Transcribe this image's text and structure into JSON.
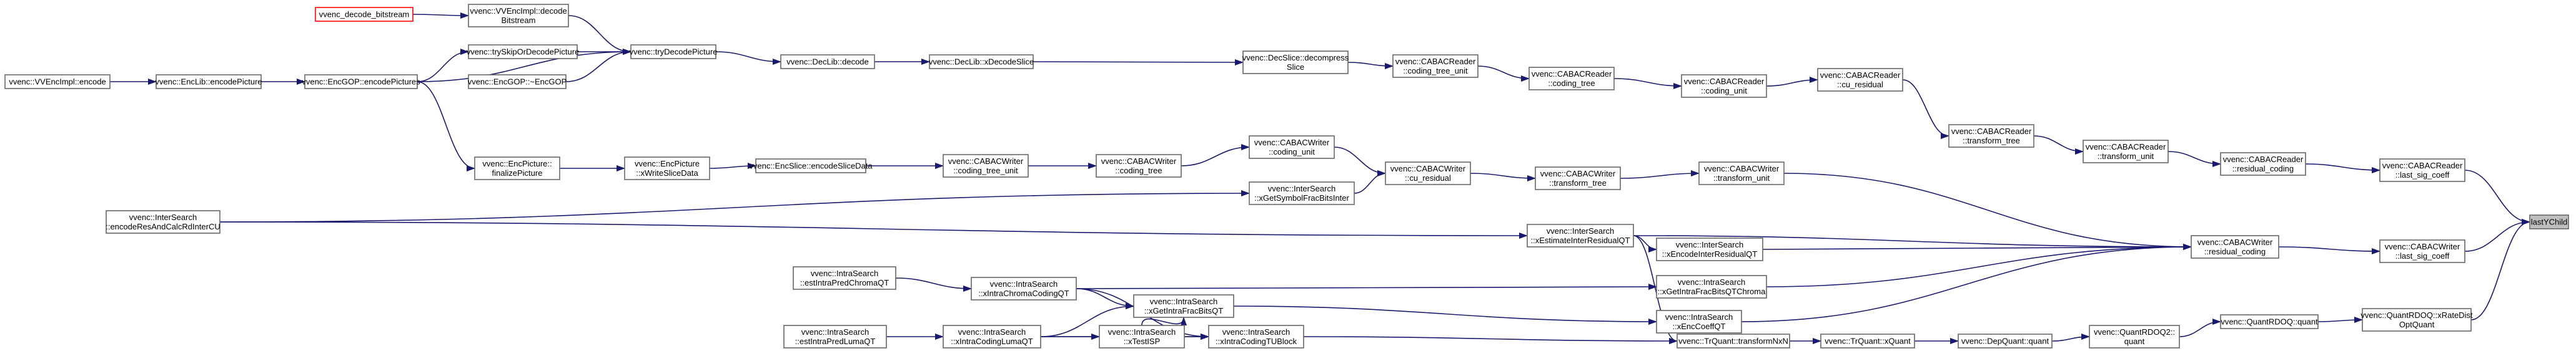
{
  "nodes": [
    {
      "id": "n_lastYChild",
      "lines": [
        "lastYChild"
      ],
      "style": "current"
    },
    {
      "id": "n_reader_last_sig",
      "lines": [
        "vvenc::CABACReader",
        "::last_sig_coeff"
      ]
    },
    {
      "id": "n_writer_last_sig",
      "lines": [
        "vvenc::CABACWriter",
        "::last_sig_coeff"
      ]
    },
    {
      "id": "n_rdoq_xRateDist",
      "lines": [
        "vvenc::QuantRDOQ::xRateDist",
        "OptQuant"
      ]
    },
    {
      "id": "n_reader_residual",
      "lines": [
        "vvenc::CABACReader",
        "::residual_coding"
      ]
    },
    {
      "id": "n_writer_residual",
      "lines": [
        "vvenc::CABACWriter",
        "::residual_coding"
      ]
    },
    {
      "id": "n_rdoq_quant",
      "lines": [
        "vvenc::QuantRDOQ::quant"
      ]
    },
    {
      "id": "n_reader_transform_unit",
      "lines": [
        "vvenc::CABACReader",
        "::transform_unit"
      ]
    },
    {
      "id": "n_rdoq2_quant",
      "lines": [
        "vvenc::QuantRDOQ2::",
        "quant"
      ]
    },
    {
      "id": "n_reader_transform_tree",
      "lines": [
        "vvenc::CABACReader",
        "::transform_tree"
      ]
    },
    {
      "id": "n_depquant_quant",
      "lines": [
        "vvenc::DepQuant::quant"
      ]
    },
    {
      "id": "n_reader_cu_residual",
      "lines": [
        "vvenc::CABACReader",
        "::cu_residual"
      ]
    },
    {
      "id": "n_trquant_xQuant",
      "lines": [
        "vvenc::TrQuant::xQuant"
      ]
    },
    {
      "id": "n_reader_coding_unit",
      "lines": [
        "vvenc::CABACReader",
        "::coding_unit"
      ]
    },
    {
      "id": "n_trquant_transformNxN",
      "lines": [
        "vvenc::TrQuant::transformNxN"
      ]
    },
    {
      "id": "n_reader_coding_tree",
      "lines": [
        "vvenc::CABACReader",
        "::coding_tree"
      ]
    },
    {
      "id": "n_reader_coding_tree_unit",
      "lines": [
        "vvenc::CABACReader",
        "::coding_tree_unit"
      ]
    },
    {
      "id": "n_decslice_decompress",
      "lines": [
        "vvenc::DecSlice::decompress",
        "Slice"
      ]
    },
    {
      "id": "n_declib_xDecodeSlice",
      "lines": [
        "vvenc::DecLib::xDecodeSlice"
      ]
    },
    {
      "id": "n_declib_decode",
      "lines": [
        "vvenc::DecLib::decode"
      ]
    },
    {
      "id": "n_tryDecodePicture",
      "lines": [
        "vvenc::tryDecodePicture"
      ]
    },
    {
      "id": "n_vvencimpl_decode_bs",
      "lines": [
        "vvenc::VVEncImpl::decode",
        "Bitstream"
      ]
    },
    {
      "id": "n_tryskip",
      "lines": [
        "vvenc::trySkipOrDecodePicture"
      ]
    },
    {
      "id": "n_decode_bitstream",
      "lines": [
        "vvenc_decode_bitstream"
      ],
      "style": "red"
    },
    {
      "id": "n_encgop_encodePictures",
      "lines": [
        "vvenc::EncGOP::encodePictures"
      ]
    },
    {
      "id": "n_encgop_dtor",
      "lines": [
        "vvenc::EncGOP::~EncGOP"
      ]
    },
    {
      "id": "n_enclib_encodePicture",
      "lines": [
        "vvenc::EncLib::encodePicture"
      ]
    },
    {
      "id": "n_vvencimpl_encode",
      "lines": [
        "vvenc::VVEncImpl::encode"
      ]
    },
    {
      "id": "n_writer_transform_unit",
      "lines": [
        "vvenc::CABACWriter",
        "::transform_unit"
      ]
    },
    {
      "id": "n_writer_transform_tree",
      "lines": [
        "vvenc::CABACWriter",
        "::transform_tree"
      ]
    },
    {
      "id": "n_writer_cu_residual",
      "lines": [
        "vvenc::CABACWriter",
        "::cu_residual"
      ]
    },
    {
      "id": "n_writer_coding_unit",
      "lines": [
        "vvenc::CABACWriter",
        "::coding_unit"
      ]
    },
    {
      "id": "n_intersearch_xGetSymbol",
      "lines": [
        "vvenc::InterSearch",
        "::xGetSymbolFracBitsInter"
      ]
    },
    {
      "id": "n_writer_coding_tree",
      "lines": [
        "vvenc::CABACWriter",
        "::coding_tree"
      ]
    },
    {
      "id": "n_writer_coding_tree_unit",
      "lines": [
        "vvenc::CABACWriter",
        "::coding_tree_unit"
      ]
    },
    {
      "id": "n_encslice_encodeSliceData",
      "lines": [
        "vvenc::EncSlice::encodeSliceData"
      ]
    },
    {
      "id": "n_encpicture_xWriteSliceData",
      "lines": [
        "vvenc::EncPicture",
        "::xWriteSliceData"
      ]
    },
    {
      "id": "n_encpicture_finalize",
      "lines": [
        "vvenc::EncPicture::",
        "finalizePicture"
      ]
    },
    {
      "id": "n_intersearch_xEstimate",
      "lines": [
        "vvenc::InterSearch",
        "::xEstimateInterResidualQT"
      ]
    },
    {
      "id": "n_intersearch_encodeRes",
      "lines": [
        "vvenc::InterSearch",
        "::encodeResAndCalcRdInterCU"
      ]
    },
    {
      "id": "n_intersearch_xEncodeInter",
      "lines": [
        "vvenc::InterSearch",
        "::xEncodeInterResidualQT"
      ]
    },
    {
      "id": "n_intrasearch_xGetIntraFracChroma",
      "lines": [
        "vvenc::IntraSearch",
        "::xGetIntraFracBitsQTChroma"
      ]
    },
    {
      "id": "n_intrasearch_xIntraChroma",
      "lines": [
        "vvenc::IntraSearch",
        "::xIntraChromaCodingQT"
      ]
    },
    {
      "id": "n_intrasearch_estIntraPredChroma",
      "lines": [
        "vvenc::IntraSearch",
        "::estIntraPredChromaQT"
      ]
    },
    {
      "id": "n_intrasearch_xEncCoeff",
      "lines": [
        "vvenc::IntraSearch",
        "::xEncCoeffQT"
      ]
    },
    {
      "id": "n_intrasearch_xGetIntraFrac",
      "lines": [
        "vvenc::IntraSearch",
        "::xGetIntraFracBitsQT"
      ]
    },
    {
      "id": "n_intrasearch_xIntraCodingLuma",
      "lines": [
        "vvenc::IntraSearch",
        "::xIntraCodingLumaQT"
      ]
    },
    {
      "id": "n_intrasearch_estIntraPredLuma",
      "lines": [
        "vvenc::IntraSearch",
        "::estIntraPredLumaQT"
      ]
    },
    {
      "id": "n_intrasearch_xTestISP",
      "lines": [
        "vvenc::IntraSearch",
        "::xTestISP"
      ]
    },
    {
      "id": "n_intrasearch_xIntraCodingTU",
      "lines": [
        "vvenc::IntraSearch",
        "::xIntraCodingTUBlock"
      ]
    }
  ],
  "edges": [
    [
      "n_reader_last_sig",
      "n_lastYChild"
    ],
    [
      "n_writer_last_sig",
      "n_lastYChild"
    ],
    [
      "n_rdoq_xRateDist",
      "n_lastYChild"
    ],
    [
      "n_reader_residual",
      "n_reader_last_sig"
    ],
    [
      "n_writer_residual",
      "n_writer_last_sig"
    ],
    [
      "n_rdoq_quant",
      "n_rdoq_xRateDist"
    ],
    [
      "n_reader_transform_unit",
      "n_reader_residual"
    ],
    [
      "n_reader_transform_tree",
      "n_reader_transform_unit"
    ],
    [
      "n_reader_cu_residual",
      "n_reader_transform_tree"
    ],
    [
      "n_reader_coding_unit",
      "n_reader_cu_residual"
    ],
    [
      "n_reader_coding_tree",
      "n_reader_coding_unit"
    ],
    [
      "n_reader_coding_tree_unit",
      "n_reader_coding_tree"
    ],
    [
      "n_decslice_decompress",
      "n_reader_coding_tree_unit"
    ],
    [
      "n_declib_xDecodeSlice",
      "n_decslice_decompress"
    ],
    [
      "n_declib_decode",
      "n_declib_xDecodeSlice"
    ],
    [
      "n_tryDecodePicture",
      "n_declib_decode"
    ],
    [
      "n_vvencimpl_decode_bs",
      "n_tryDecodePicture"
    ],
    [
      "n_tryskip",
      "n_tryDecodePicture"
    ],
    [
      "n_encgop_encodePictures",
      "n_tryDecodePicture"
    ],
    [
      "n_encgop_dtor",
      "n_tryDecodePicture"
    ],
    [
      "n_decode_bitstream",
      "n_vvencimpl_decode_bs"
    ],
    [
      "n_encgop_encodePictures",
      "n_tryskip"
    ],
    [
      "n_enclib_encodePicture",
      "n_encgop_encodePictures"
    ],
    [
      "n_vvencimpl_encode",
      "n_enclib_encodePicture"
    ],
    [
      "n_writer_transform_unit",
      "n_writer_residual"
    ],
    [
      "n_writer_transform_tree",
      "n_writer_transform_unit"
    ],
    [
      "n_writer_cu_residual",
      "n_writer_transform_tree"
    ],
    [
      "n_writer_coding_unit",
      "n_writer_cu_residual"
    ],
    [
      "n_intersearch_xGetSymbol",
      "n_writer_cu_residual"
    ],
    [
      "n_writer_coding_tree",
      "n_writer_coding_unit"
    ],
    [
      "n_writer_coding_tree_unit",
      "n_writer_coding_tree"
    ],
    [
      "n_encslice_encodeSliceData",
      "n_writer_coding_tree_unit"
    ],
    [
      "n_encpicture_xWriteSliceData",
      "n_encslice_encodeSliceData"
    ],
    [
      "n_encpicture_finalize",
      "n_encpicture_xWriteSliceData"
    ],
    [
      "n_encgop_encodePictures",
      "n_encpicture_finalize"
    ],
    [
      "n_intersearch_encodeRes",
      "n_intersearch_xGetSymbol"
    ],
    [
      "n_intersearch_encodeRes",
      "n_intersearch_xEstimate"
    ],
    [
      "n_intersearch_xEstimate",
      "n_writer_residual"
    ],
    [
      "n_intersearch_xEstimate",
      "n_intersearch_xEncodeInter"
    ],
    [
      "n_intersearch_xEncodeInter",
      "n_writer_residual"
    ],
    [
      "n_intrasearch_xGetIntraFracChroma",
      "n_writer_residual"
    ],
    [
      "n_intrasearch_xEncCoeff",
      "n_writer_residual"
    ],
    [
      "n_intrasearch_xIntraChroma",
      "n_intrasearch_xGetIntraFracChroma"
    ],
    [
      "n_intrasearch_estIntraPredChroma",
      "n_intrasearch_xIntraChroma"
    ],
    [
      "n_intrasearch_xGetIntraFrac",
      "n_intrasearch_xEncCoeff"
    ],
    [
      "n_intrasearch_xIntraChroma",
      "n_intrasearch_xGetIntraFrac"
    ],
    [
      "n_intrasearch_xIntraCodingLuma",
      "n_intrasearch_xGetIntraFrac"
    ],
    [
      "n_intrasearch_xTestISP",
      "n_intrasearch_xGetIntraFrac"
    ],
    [
      "n_intrasearch_estIntraPredLuma",
      "n_intrasearch_xIntraCodingLuma"
    ],
    [
      "n_intrasearch_xIntraCodingLuma",
      "n_intrasearch_xTestISP"
    ],
    [
      "n_intrasearch_xIntraCodingLuma",
      "n_intrasearch_xIntraCodingTU"
    ],
    [
      "n_intrasearch_xTestISP",
      "n_intrasearch_xIntraCodingTU"
    ],
    [
      "n_intrasearch_xIntraChroma",
      "n_intrasearch_xIntraCodingTU"
    ],
    [
      "n_intrasearch_xIntraCodingTU",
      "n_trquant_transformNxN"
    ],
    [
      "n_intersearch_xEstimate",
      "n_trquant_transformNxN"
    ],
    [
      "n_trquant_transformNxN",
      "n_trquant_xQuant"
    ],
    [
      "n_trquant_xQuant",
      "n_depquant_quant"
    ],
    [
      "n_depquant_quant",
      "n_rdoq2_quant"
    ],
    [
      "n_rdoq2_quant",
      "n_rdoq_quant"
    ]
  ]
}
